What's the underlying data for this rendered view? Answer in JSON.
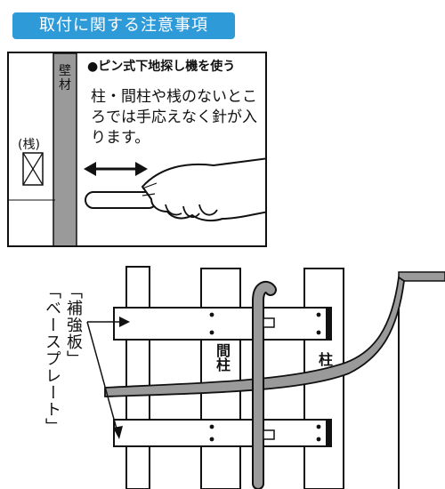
{
  "title": "取付に関する注意事項",
  "top_panel": {
    "heading": "●ピン式下地探し機を使う",
    "description": "柱・間柱や桟のないところでは手応えなく針が入ります。",
    "wall_label": "壁材",
    "stud_label": "(桟)"
  },
  "bottom_panel": {
    "label_reinforce": "「補強板」",
    "label_baseplate": "「ベースプレート」",
    "mabashira": "間柱",
    "hashira": "柱"
  }
}
